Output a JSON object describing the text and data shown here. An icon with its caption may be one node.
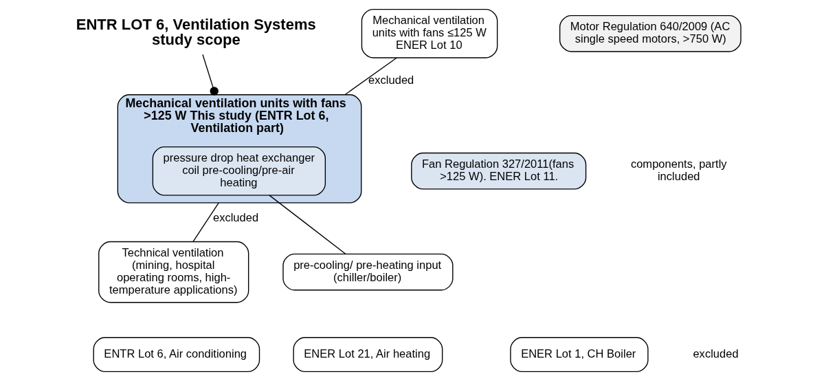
{
  "diagram": {
    "nodes": [
      {
        "text": [
          "ENTR LOT 6, Ventilation Systems study scope"
        ]
      },
      {
        "text": [
          "Motor Regulation 640/2009 (AC single speed motors, >750 W)"
        ]
      },
      {
        "text": [
          "Fan Regulation 327/2011(fans >125 W). ENER Lot 11."
        ]
      },
      {
        "text": [
          "Mechanical ventilation units with fans ≤125 W ENER Lot 10"
        ]
      },
      {
        "text": [
          "Mechanical ventilation units with fans >125 W This study (ENTR Lot 6, Ventilation part)"
        ]
      },
      {
        "text": [
          "pressure drop heat exchanger coil pre-cooling/pre-air heating"
        ],
        "in": 4
      },
      {
        "text": [
          "Technical ventilation (mining, hospital operating rooms, high-temperature applications)"
        ]
      },
      {
        "text": [
          "ENTR Lot 6, Air conditioning"
        ]
      },
      {
        "text": [
          "ENER Lot 21, Air heating"
        ]
      },
      {
        "text": [
          "pre-cooling/ pre-heating input (chiller/boiler)"
        ]
      },
      {
        "text": [
          "ENER Lot 1, CH Boiler"
        ]
      }
    ],
    "edges": [
      {
        "from": 0,
        "to": 4,
        "arrow": "other"
      },
      {
        "from": 3,
        "to": 4,
        "arrow": "none",
        "label": "excluded"
      },
      {
        "from": 4,
        "to": 6,
        "arrow": "none",
        "label": "excluded"
      },
      {
        "from": 5,
        "to": 9,
        "arrow": "none"
      }
    ],
    "labels": [
      "components, partly included",
      "excluded"
    ]
  }
}
